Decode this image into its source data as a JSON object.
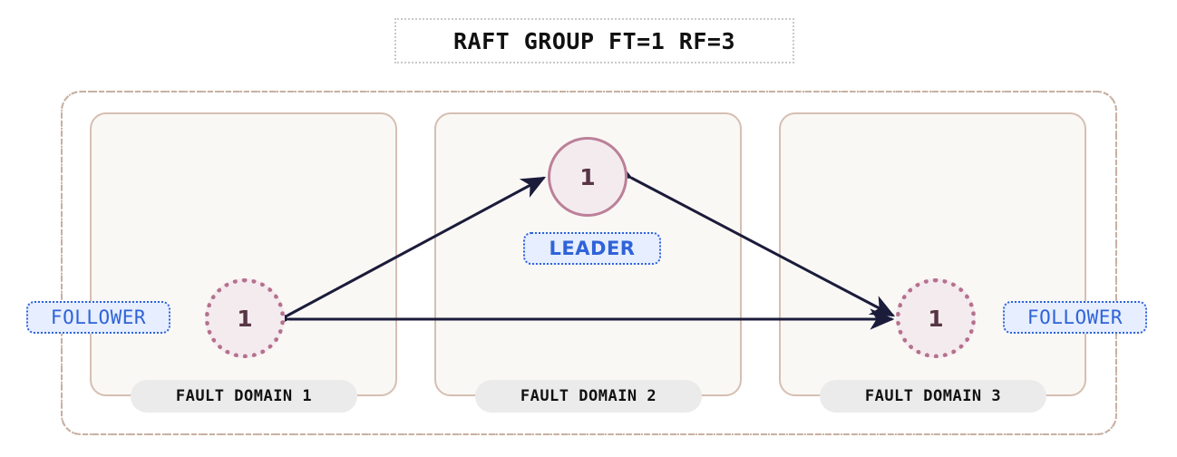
{
  "title": {
    "text": "RAFT GROUP FT=1 RF=3"
  },
  "colors": {
    "canvas_background": "#ffffff",
    "cluster_border": "#c7b0a2",
    "domain_border": "#d6bfb2",
    "domain_fill": "#faf8f5",
    "node_fill": "#f4ebef",
    "leader_border": "#bb8098",
    "follower_border": "#b5718e",
    "node_label_text": "#573545",
    "badge_fill": "#e6eeff",
    "badge_border": "#2f63d8",
    "badge_text": "#2f63d8",
    "arrow": "#1b1b3a",
    "pill_fill": "#ebebeb",
    "pill_text": "#111111",
    "title_border": "#c9c9c9",
    "title_text": "#111111"
  },
  "cluster": {
    "domains": [
      {
        "label": "FAULT DOMAIN 1"
      },
      {
        "label": "FAULT DOMAIN 2"
      },
      {
        "label": "FAULT DOMAIN 3"
      }
    ]
  },
  "nodes": [
    {
      "id": "follower-1",
      "label": "1",
      "role": "FOLLOWER",
      "domain": "FAULT DOMAIN 1"
    },
    {
      "id": "leader",
      "label": "1",
      "role": "LEADER",
      "domain": "FAULT DOMAIN 2"
    },
    {
      "id": "follower-2",
      "label": "1",
      "role": "FOLLOWER",
      "domain": "FAULT DOMAIN 3"
    }
  ],
  "badges": {
    "leader": "LEADER",
    "follower_left": "FOLLOWER",
    "follower_right": "FOLLOWER"
  },
  "connections": [
    {
      "from": "follower-1",
      "to": "leader",
      "style": "bidirectional"
    },
    {
      "from": "leader",
      "to": "follower-2",
      "style": "bidirectional"
    },
    {
      "from": "follower-1",
      "to": "follower-2",
      "style": "bidirectional"
    }
  ]
}
